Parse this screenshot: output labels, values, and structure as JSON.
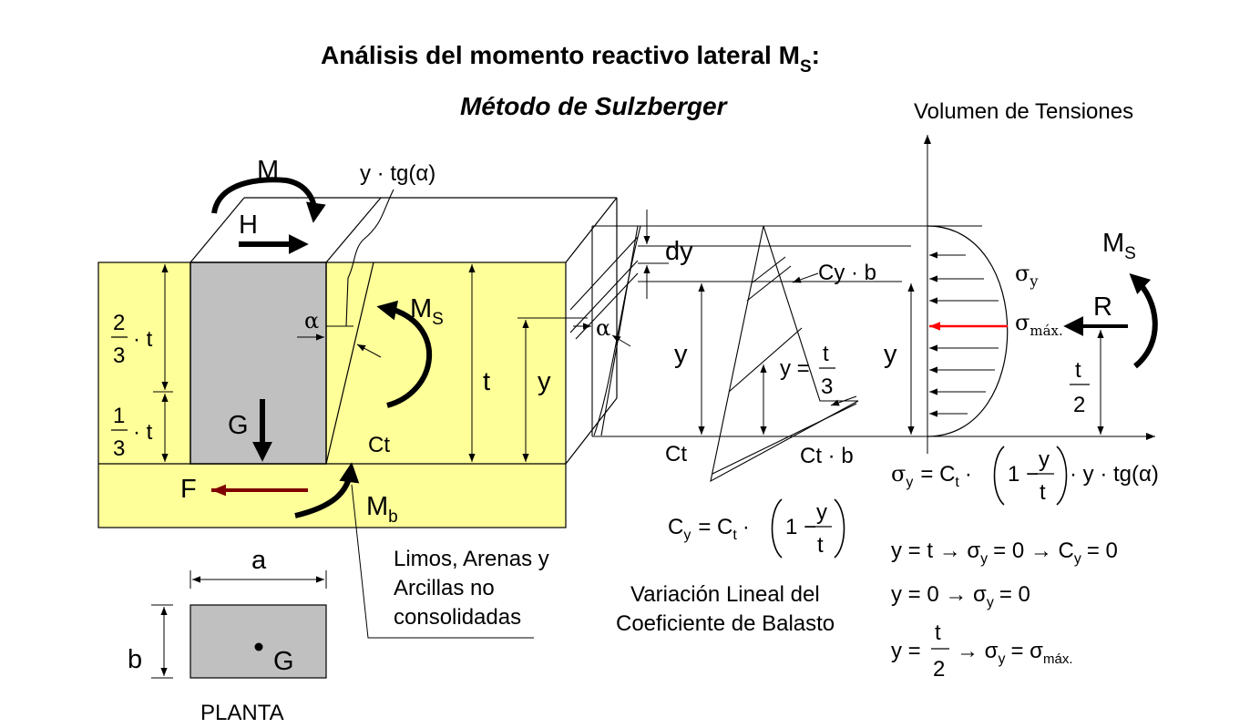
{
  "title": {
    "text": "Análisis del momento reactivo lateral M",
    "sub": "S",
    "colon": ":"
  },
  "subtitle": "Método de Sulzberger",
  "stress_volume_label": "Volumen de Tensiones",
  "labels": {
    "M": "M",
    "H": "H",
    "y_tg_alpha": "y · tg(α)",
    "alpha": "α",
    "Ms_main": "M",
    "Ms_sub": "S",
    "t": "t",
    "y": "y",
    "G": "G",
    "Ct": "Ct",
    "F": "F",
    "Mb_main": "M",
    "Mb_sub": "b",
    "two_thirds_num": "2",
    "two_thirds_den": "3",
    "one_third_num": "1",
    "one_third_den": "3",
    "dot_t": "· t",
    "dy": "dy",
    "Cy_b": "Cy · b",
    "Ct_b": "Ct · b",
    "y_eq": "y =",
    "t3_num": "t",
    "t3_den": "3",
    "sigma_y": "σ",
    "sigma_y_sub": "y",
    "sigma_max": "σ",
    "sigma_max_sub": "máx.",
    "R": "R",
    "t2_num": "t",
    "t2_den": "2",
    "a": "a",
    "b": "b",
    "G_plan": "G"
  },
  "soil_text": [
    "Limos, Arenas y",
    "Arcillas no",
    "consolidadas"
  ],
  "variation_text": [
    "Variación Lineal del",
    "Coeficiente de Balasto"
  ],
  "plan_label": "PLANTA",
  "formulas": {
    "cy": {
      "lhs": "C",
      "lhs_sub": "y",
      "eq": "= C",
      "eq_sub": "t",
      "dot": "·",
      "one_minus": "1 −",
      "frac_num": "y",
      "frac_den": "t"
    },
    "sigma": {
      "lhs": "σ",
      "lhs_sub": "y",
      "eq": "= C",
      "eq_sub": "t",
      "dot": "·",
      "one_minus": "1 −",
      "frac_num": "y",
      "frac_den": "t",
      "tail": "· y · tg(α)"
    },
    "case1": {
      "a": "y = t → σ",
      "a_sub": "y",
      "b": "= 0 → C",
      "b_sub": "y",
      "c": "= 0"
    },
    "case2": {
      "a": "y = 0 → σ",
      "a_sub": "y",
      "b": "= 0"
    },
    "case3": {
      "a": "y =",
      "num": "t",
      "den": "2",
      "b": "→ σ",
      "b_sub": "y",
      "c": "= σ",
      "c_sub": "máx."
    }
  },
  "colors": {
    "soil_fill": "#FFFF99",
    "foundation_fill": "#C0C0C0",
    "red_arrow": "#FF0000",
    "dark_red_arrow": "#800000",
    "line": "#000000"
  }
}
